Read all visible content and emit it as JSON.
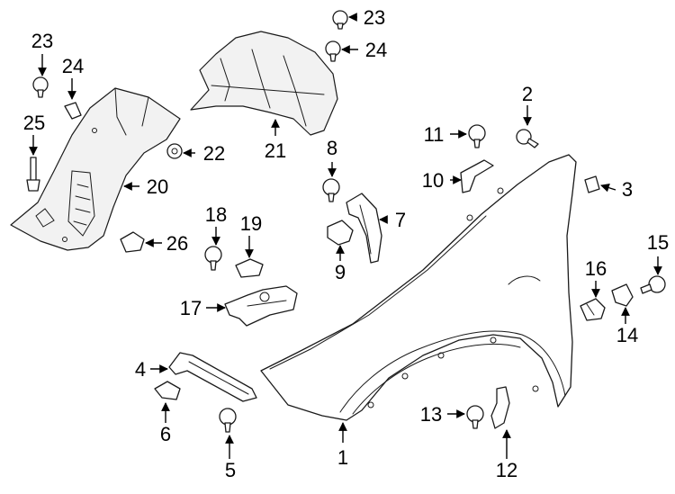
{
  "diagram": {
    "callouts": [
      "1",
      "2",
      "3",
      "4",
      "5",
      "6",
      "7",
      "8",
      "9",
      "10",
      "11",
      "12",
      "13",
      "14",
      "15",
      "16",
      "17",
      "18",
      "19",
      "20",
      "21",
      "22",
      "23",
      "23",
      "24",
      "24",
      "25",
      "26"
    ]
  }
}
